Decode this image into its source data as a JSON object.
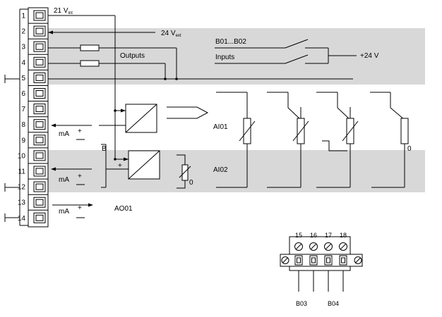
{
  "terminals": [
    "1",
    "2",
    "3",
    "4",
    "5",
    "6",
    "7",
    "8",
    "9",
    "10",
    "11",
    "12",
    "13",
    "14"
  ],
  "supply": {
    "v21_main": "21 V",
    "v21_sub": "int",
    "v24_main": "24 V",
    "v24_sub": "ext"
  },
  "outputs_label": "Outputs",
  "inputs_range_a": "B01",
  "inputs_range_sep": "...",
  "inputs_range_b": "B02",
  "inputs_label": "Inputs",
  "plus24v": "+24 V",
  "unit_mA": "mA",
  "plus": "+",
  "ai01": "AI01",
  "ai02": "AI02",
  "ao01": "AO01",
  "b_label": "B",
  "zero": "0",
  "connector_terminals": [
    "15",
    "16",
    "17",
    "18"
  ],
  "b03": "B03",
  "b04": "B04",
  "colors": {
    "band": "#d8d8d8",
    "line": "#000000"
  }
}
